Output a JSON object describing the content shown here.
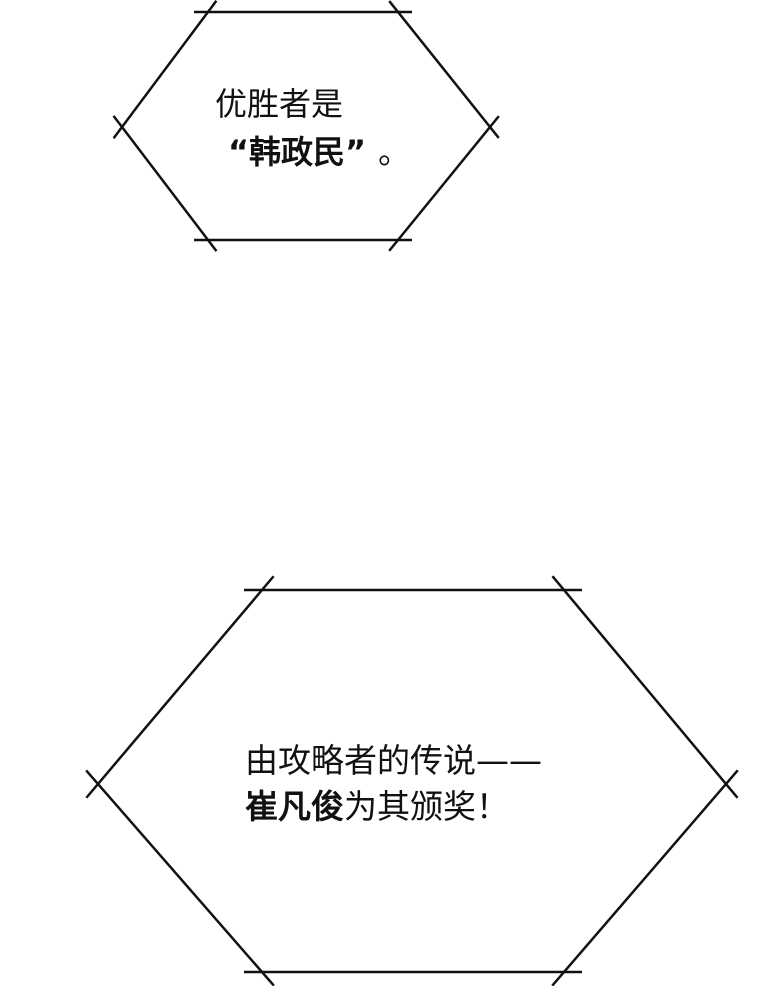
{
  "bubble1": {
    "line1": "优胜者是",
    "line2_bold": "“韩政民”",
    "line2_end": "。"
  },
  "bubble2": {
    "line1": "由攻略者的传说——",
    "line2_bold": "崔凡俊",
    "line2_rest": "为其颁奖！"
  }
}
